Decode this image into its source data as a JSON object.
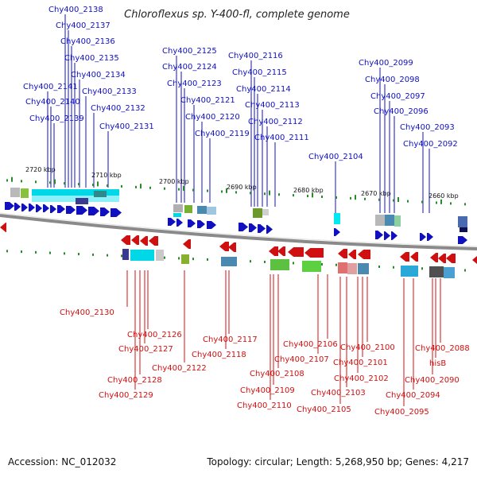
{
  "title": "Chloroflexus sp. Y-400-fl, complete genome",
  "footer": {
    "accession": "Accession: NC_012032",
    "topology": "Topology: circular; Length: 5,268,950 bp; Genes: 4,217"
  },
  "colors": {
    "forward": "#1010c0",
    "reverse": "#d01010",
    "backbone": "#8a8a8a",
    "tick": "#2a8a2a",
    "block": "#00d8e8"
  },
  "scale_labels": [
    "2720 kbp",
    "2710 kbp",
    "2700 kbp",
    "2690 kbp",
    "2680 kbp",
    "2670 kbp",
    "2660 kbp"
  ],
  "genes_top": [
    "Chy400_2138",
    "Chy400_2137",
    "Chy400_2136",
    "Chy400_2135",
    "Chy400_2134",
    "Chy400_2141",
    "Chy400_2133",
    "Chy400_2140",
    "Chy400_2132",
    "Chy400_2139",
    "Chy400_2131",
    "Chy400_2125",
    "Chy400_2124",
    "Chy400_2123",
    "Chy400_2121",
    "Chy400_2120",
    "Chy400_2119",
    "Chy400_2116",
    "Chy400_2115",
    "Chy400_2114",
    "Chy400_2113",
    "Chy400_2112",
    "Chy400_2111",
    "Chy400_2104",
    "Chy400_2099",
    "Chy400_2098",
    "Chy400_2097",
    "Chy400_2096",
    "Chy400_2093",
    "Chy400_2092"
  ],
  "genes_bottom": [
    "Chy400_2130",
    "Chy400_2126",
    "Chy400_2127",
    "Chy400_2128",
    "Chy400_2129",
    "Chy400_2122",
    "Chy400_2117",
    "Chy400_2118",
    "Chy400_2106",
    "Chy400_2107",
    "Chy400_2108",
    "Chy400_2109",
    "Chy400_2110",
    "Chy400_2100",
    "Chy400_2101",
    "Chy400_2102",
    "Chy400_2103",
    "Chy400_2105",
    "Chy400_2088",
    "hisB",
    "Chy400_2090",
    "Chy400_2094",
    "Chy400_2095"
  ]
}
